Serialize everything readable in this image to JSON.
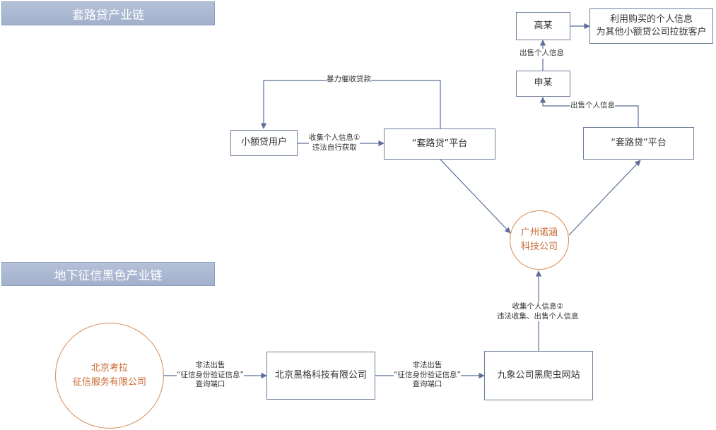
{
  "sections": {
    "top_title": "套路贷产业链",
    "bottom_title": "地下征信黑色产业链"
  },
  "nodes": {
    "gao": "高某",
    "purpose": [
      "利用购买的个人信息",
      "为其他小额贷公司拉拢客户"
    ],
    "shen": "申某",
    "user": "小额贷用户",
    "platform_left": "“套路贷”平台",
    "platform_right": "“套路贷”平台",
    "guangzhou": [
      "广州诺涵",
      "科技公司"
    ],
    "beijing_kaola": [
      "北京考拉",
      "征信服务有限公司"
    ],
    "beijing_heige": "北京黑格科技有限公司",
    "jiuxiang": "九象公司黑爬虫网站"
  },
  "edges": {
    "violent_collection": "暴力催收贷款",
    "collect1": [
      "收集个人信息①",
      "违法自行获取"
    ],
    "sell_info_top": "出售个人信息",
    "sell_info_right": "出售个人信息",
    "collect2": [
      "收集个人信息②",
      "违法收集、出售个人信息"
    ],
    "illegal_sale1": [
      "非法出售",
      "“征信身份验证信息”",
      "查询端口"
    ],
    "illegal_sale2": [
      "非法出售",
      "“征信身份验证信息”",
      "查询端口"
    ]
  },
  "colors": {
    "banner": "#a9b6d0",
    "box_border": "#6f7f99",
    "arrow": "#5b6f99",
    "circle_border": "#d58a55",
    "circle_text": "#c8672f"
  }
}
